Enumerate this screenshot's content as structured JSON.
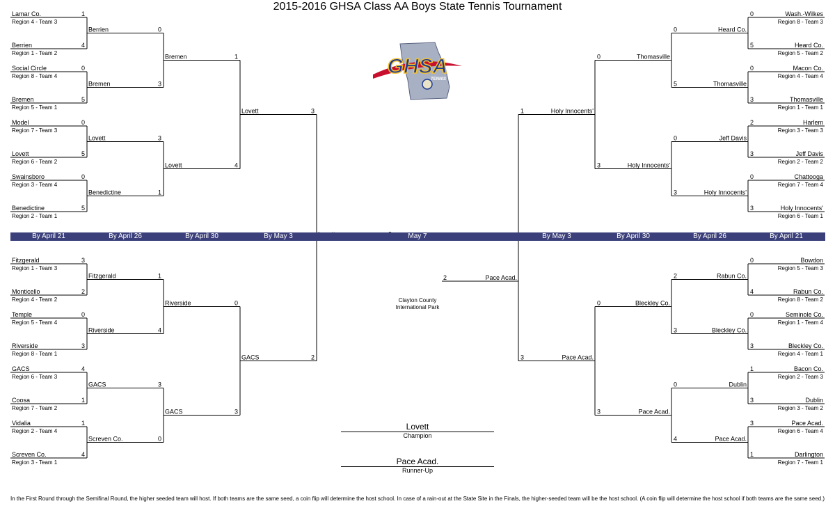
{
  "title": "2015-2016 GHSA Class AA Boys State Tennis Tournament",
  "colors": {
    "banner": "#3b3f7a",
    "logo_blue": "#1f3a93",
    "logo_red": "#c8102e"
  },
  "logo": {
    "text": "GHSA",
    "sub": "TENNIS"
  },
  "rounds_left": [
    "By April 21",
    "By April 26",
    "By April 30",
    "By May 3",
    "May 7"
  ],
  "rounds_right": [
    "By May 3",
    "By April 30",
    "By April 26",
    "By April 21"
  ],
  "left": {
    "r1": [
      {
        "team": "Lamar Co.",
        "seed": "Region 4 - Team 3",
        "score": "1"
      },
      {
        "team": "Berrien",
        "seed": "Region 1 - Team 2",
        "score": "4"
      },
      {
        "team": "Social Circle",
        "seed": "Region 8 - Team 4",
        "score": "0"
      },
      {
        "team": "Bremen",
        "seed": "Region 5 - Team 1",
        "score": "5"
      },
      {
        "team": "Model",
        "seed": "Region 7 - Team 3",
        "score": "0"
      },
      {
        "team": "Lovett",
        "seed": "Region 6 - Team 2",
        "score": "5"
      },
      {
        "team": "Swainsboro",
        "seed": "Region 3 - Team 4",
        "score": "0"
      },
      {
        "team": "Benedictine",
        "seed": "Region 2 - Team 1",
        "score": "5"
      },
      {
        "team": "Fitzgerald",
        "seed": "Region 1 - Team 3",
        "score": "3"
      },
      {
        "team": "Monticello",
        "seed": "Region 4 - Team 2",
        "score": "2"
      },
      {
        "team": "Temple",
        "seed": "Region 5 - Team 4",
        "score": "0"
      },
      {
        "team": "Riverside",
        "seed": "Region 8 - Team 1",
        "score": "3"
      },
      {
        "team": "GACS",
        "seed": "Region 6 - Team 3",
        "score": "4"
      },
      {
        "team": "Coosa",
        "seed": "Region 7 - Team 2",
        "score": "1"
      },
      {
        "team": "Vidalia",
        "seed": "Region 2 - Team 4",
        "score": "1"
      },
      {
        "team": "Screven Co.",
        "seed": "Region 3 - Team 1",
        "score": "4"
      }
    ],
    "r2": [
      {
        "team": "Berrien",
        "score": "0"
      },
      {
        "team": "Bremen",
        "score": "3"
      },
      {
        "team": "Lovett",
        "score": "3"
      },
      {
        "team": "Benedictine",
        "score": "1"
      },
      {
        "team": "Fitzgerald",
        "score": "1"
      },
      {
        "team": "Riverside",
        "score": "4"
      },
      {
        "team": "GACS",
        "score": "3"
      },
      {
        "team": "Screven Co.",
        "score": "0"
      }
    ],
    "r3": [
      {
        "team": "Bremen",
        "score": "1"
      },
      {
        "team": "Lovett",
        "score": "4"
      },
      {
        "team": "Riverside",
        "score": "0"
      },
      {
        "team": "GACS",
        "score": "3"
      }
    ],
    "r4": [
      {
        "team": "Lovett",
        "score": "3"
      },
      {
        "team": "GACS",
        "score": "2"
      }
    ],
    "final": {
      "team": "Lovett",
      "score": "3"
    }
  },
  "right": {
    "r1": [
      {
        "team": "Wash.-Wilkes",
        "seed": "Region 8 - Team 3",
        "score": "0"
      },
      {
        "team": "Heard Co.",
        "seed": "Region 5 - Team 2",
        "score": "5"
      },
      {
        "team": "Macon Co.",
        "seed": "Region 4 - Team 4",
        "score": "0"
      },
      {
        "team": "Thomasville",
        "seed": "Region 1 - Team 1",
        "score": "3"
      },
      {
        "team": "Harlem",
        "seed": "Region 3 - Team 3",
        "score": "2"
      },
      {
        "team": "Jeff Davis",
        "seed": "Region 2 - Team 2",
        "score": "3"
      },
      {
        "team": "Chattooga",
        "seed": "Region 7 - Team 4",
        "score": "0"
      },
      {
        "team": "Holy Innocents'",
        "seed": "Region 6 - Team 1",
        "score": "3"
      },
      {
        "team": "Bowdon",
        "seed": "Region 5 - Team 3",
        "score": "0"
      },
      {
        "team": "Rabun Co.",
        "seed": "Region 8 - Team 2",
        "score": "4"
      },
      {
        "team": "Seminole Co.",
        "seed": "Region 1 - Team 4",
        "score": "0"
      },
      {
        "team": "Bleckley Co.",
        "seed": "Region 4 - Team 1",
        "score": "3"
      },
      {
        "team": "Bacon Co.",
        "seed": "Region 2 - Team 3",
        "score": "1"
      },
      {
        "team": "Dublin",
        "seed": "Region 3 - Team 2",
        "score": "3"
      },
      {
        "team": "Pace Acad.",
        "seed": "Region 6 - Team 4",
        "score": "3"
      },
      {
        "team": "Darlington",
        "seed": "Region 7 - Team 1",
        "score": "1"
      }
    ],
    "r2": [
      {
        "team": "Heard Co.",
        "score": "0"
      },
      {
        "team": "Thomasville",
        "score": "5"
      },
      {
        "team": "Jeff Davis",
        "score": "0"
      },
      {
        "team": "Holy Innocents'",
        "score": "3"
      },
      {
        "team": "Rabun Co.",
        "score": "2"
      },
      {
        "team": "Bleckley Co.",
        "score": "3"
      },
      {
        "team": "Dublin",
        "score": "0"
      },
      {
        "team": "Pace Acad.",
        "score": "4"
      }
    ],
    "r3": [
      {
        "team": "Thomasville",
        "score": "0"
      },
      {
        "team": "Holy Innocents'",
        "score": "3"
      },
      {
        "team": "Bleckley Co.",
        "score": "0"
      },
      {
        "team": "Pace Acad.",
        "score": "3"
      }
    ],
    "r4": [
      {
        "team": "Holy Innocents'",
        "score": "1"
      },
      {
        "team": "Pace Acad.",
        "score": "3"
      }
    ],
    "final": {
      "team": "Pace Acad.",
      "score": "2"
    }
  },
  "venue": [
    "Clayton County",
    "International Park"
  ],
  "champion": {
    "team": "Lovett",
    "label": "Champion"
  },
  "runner_up": {
    "team": "Pace Acad.",
    "label": "Runner-Up"
  },
  "footer": "In the First Round through the Semifinal Round, the higher seeded team will host. If both teams are the same seed, a coin flip will determine the host school. In case of a rain-out at the State Site in the Finals, the higher-seeded team will be the host school.  (A coin flip will determine the host school if both teams are the same seed.)"
}
